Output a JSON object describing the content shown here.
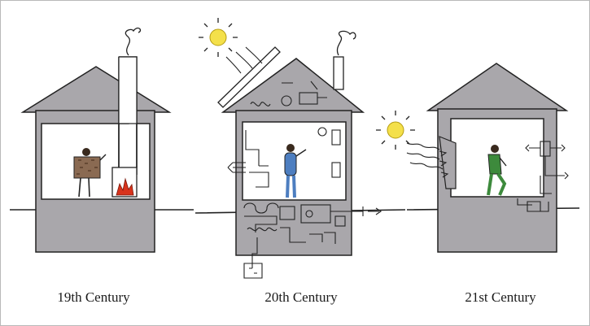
{
  "captions": {
    "house_19th": "19th Century",
    "house_20th": "20th Century",
    "house_21st": "21st Century"
  },
  "colors": {
    "wall": "#a9a7ab",
    "stroke": "#222222",
    "interior": "#ffffff",
    "sun": "#f4e04a",
    "flame": "#d8331c",
    "figure_19th": "#8a6a52",
    "figure_20th": "#4d7ec0",
    "figure_21st": "#3d8a3c"
  },
  "icons": [
    "sun-icon",
    "smoke-icon",
    "fireplace-icon",
    "solar-panel-icon",
    "pipework-icon",
    "ground-line"
  ]
}
